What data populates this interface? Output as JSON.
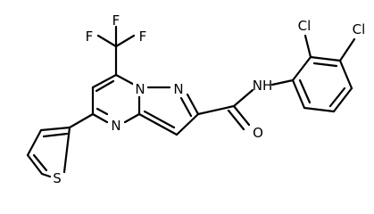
{
  "molecule": {
    "atoms": {
      "f1": "F",
      "f2": "F",
      "f3": "F",
      "n_bridge": "N",
      "n_pyrazole": "N",
      "n_pyrimidine": "N",
      "nh": "NH",
      "o": "O",
      "s": "S",
      "cl1": "Cl",
      "cl2": "Cl"
    }
  }
}
